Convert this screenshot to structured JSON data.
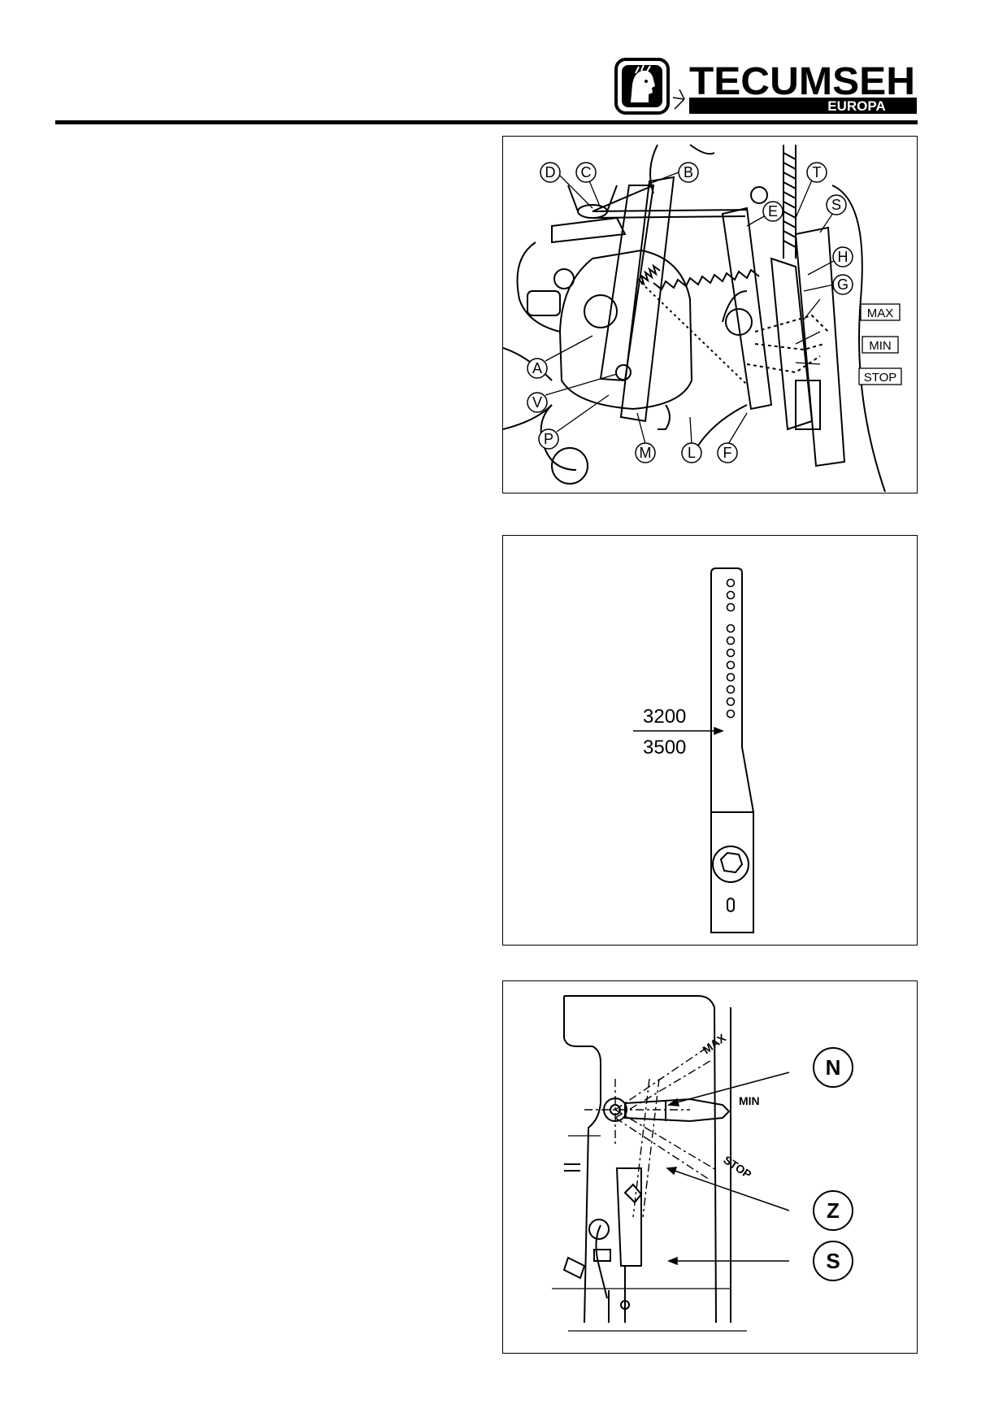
{
  "header": {
    "logo_brand": "TECUMSEH",
    "logo_sub": "EUROPA"
  },
  "figure1": {
    "callouts": {
      "D": "D",
      "C": "C",
      "B": "B",
      "T": "T",
      "E": "E",
      "S": "S",
      "H": "H",
      "G": "G",
      "A": "A",
      "V": "V",
      "P": "P",
      "M": "M",
      "L": "L",
      "F": "F"
    },
    "positions": {
      "max": "MAX",
      "min": "MIN",
      "stop": "STOP"
    }
  },
  "figure2": {
    "rpm_upper": "3200",
    "rpm_lower": "3500"
  },
  "figure3": {
    "positions": {
      "max": "MAX",
      "min": "MIN",
      "stop": "STOP"
    },
    "callouts": {
      "N": "N",
      "Z": "Z",
      "S": "S"
    }
  }
}
